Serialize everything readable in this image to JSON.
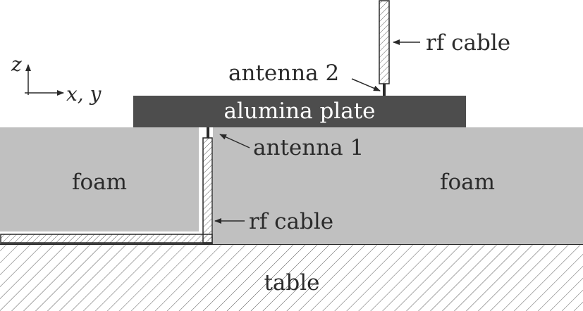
{
  "labels": {
    "rf_cable_top": "rf cable",
    "antenna_2": "antenna 2",
    "alumina_plate": "alumina plate",
    "antenna_1": "antenna 1",
    "foam_left": "foam",
    "foam_right": "foam",
    "rf_cable_bottom": "rf cable",
    "table": "table"
  },
  "axes": {
    "vertical": "z",
    "horizontal": "x, y"
  },
  "colors": {
    "foam": "#c0c0c0",
    "plate": "#4d4d4d",
    "ink": "#2a2a2a",
    "hatch": "#5a5a5a"
  }
}
